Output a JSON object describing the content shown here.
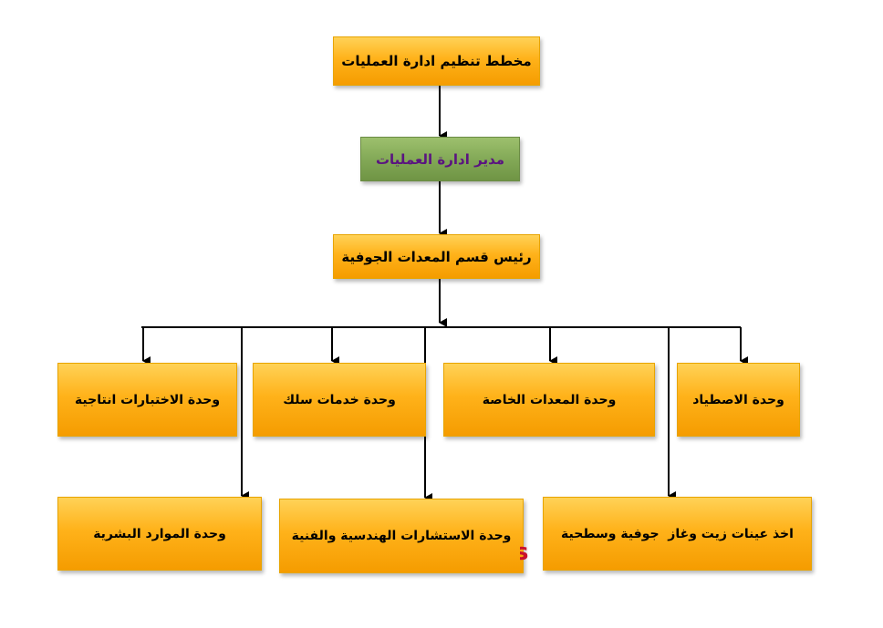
{
  "diagram": {
    "type": "org-chart",
    "colors": {
      "box_orange": "#ffb21a",
      "box_green": "#83a957",
      "director_text": "#5a1480",
      "connector": "#000000",
      "stray_mark": "#c8102e"
    },
    "nodes": {
      "plan": "مخطط تنظيم ادارة العمليات",
      "director": "مدير ادارة العمليات",
      "head": "رئيس قسم المعدات الجوفية",
      "fishing": "وحدة الاصطياد",
      "special": "وحدة المعدات الخاصة",
      "wireline": "وحدة خدمات سلك",
      "testing": "وحدة الاختبارات انتاجية",
      "samples": "اخذ عينات زيت وغاز  جوفية وسطحية",
      "consult": "وحدة الاستشارات الهندسية والفنية",
      "hr": "وحدة الموارد البشرية"
    },
    "edges": [
      [
        "plan",
        "director"
      ],
      [
        "director",
        "head"
      ],
      [
        "head",
        "fishing"
      ],
      [
        "head",
        "special"
      ],
      [
        "head",
        "wireline"
      ],
      [
        "head",
        "testing"
      ],
      [
        "head",
        "samples"
      ],
      [
        "head",
        "consult"
      ],
      [
        "head",
        "hr"
      ]
    ],
    "stray_mark": "s"
  }
}
